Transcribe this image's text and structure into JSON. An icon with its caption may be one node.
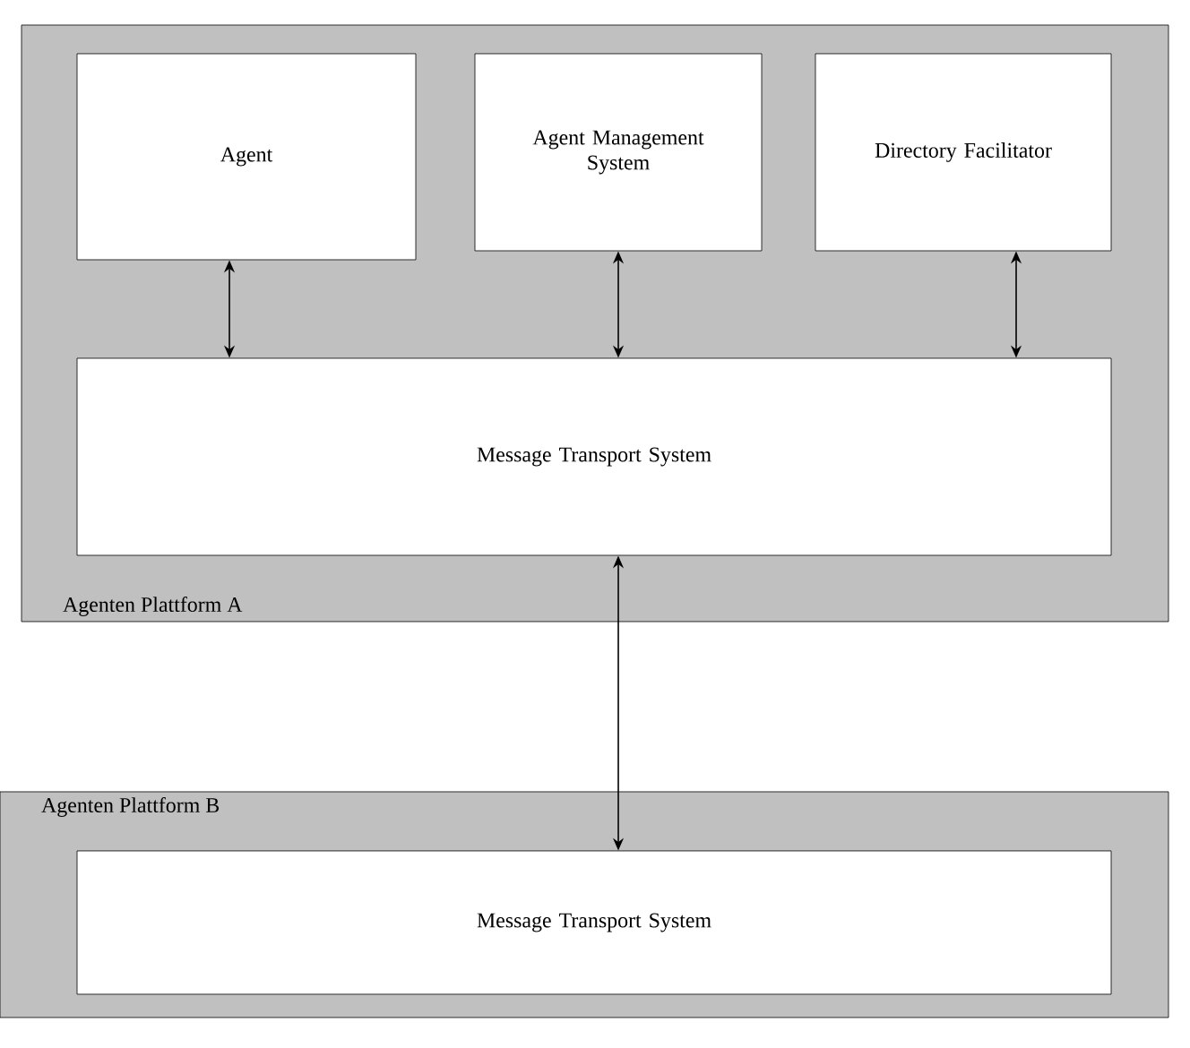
{
  "diagram": {
    "nodes": [
      {
        "text": [
          "Agenten Plattform A"
        ]
      },
      {
        "text": [
          "Agent"
        ],
        "in": 0
      },
      {
        "text": [
          "Agent Management System"
        ],
        "in": 0
      },
      {
        "text": [
          "Directory Facilitator"
        ],
        "in": 0
      },
      {
        "text": [
          "Message Transport System"
        ],
        "in": 0
      },
      {
        "text": [
          "Agenten Plattform B"
        ]
      },
      {
        "text": [
          "Message Transport System"
        ],
        "in": 5
      }
    ],
    "edges": [
      {
        "from": 1,
        "to": 4,
        "arrow": "both"
      },
      {
        "from": 2,
        "to": 4,
        "arrow": "both"
      },
      {
        "from": 3,
        "to": 4,
        "arrow": "both"
      },
      {
        "from": 4,
        "to": 6,
        "arrow": "both"
      }
    ]
  }
}
